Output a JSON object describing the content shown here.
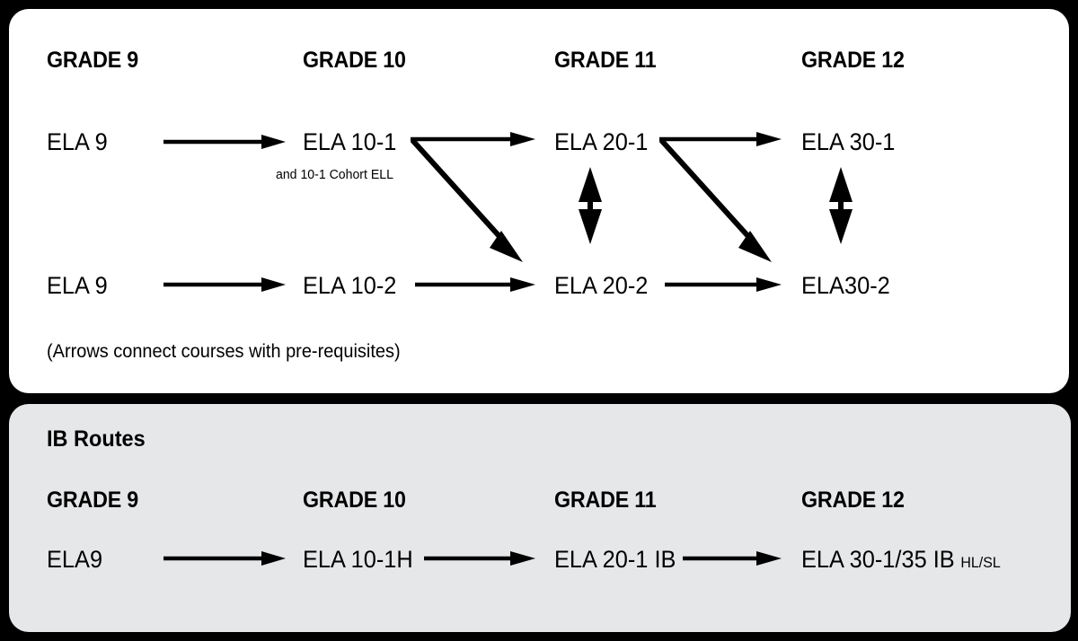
{
  "diagram": {
    "title_regular_panel": "",
    "background_color": "#000000",
    "panel_regular_color": "#ffffff",
    "panel_ib_color": "#e6e7e9",
    "arrow_color": "#000000"
  },
  "regular": {
    "grade_headers": [
      {
        "label": "GRADE 9"
      },
      {
        "label": "GRADE 10"
      },
      {
        "label": "GRADE 11"
      },
      {
        "label": "GRADE 12"
      }
    ],
    "row_dash_one": [
      {
        "label": "ELA 9",
        "sub": ""
      },
      {
        "label": "ELA 10-1",
        "sub": "and 10-1 Cohort ELL"
      },
      {
        "label": "ELA 20-1",
        "sub": ""
      },
      {
        "label": "ELA 30-1",
        "sub": ""
      }
    ],
    "row_dash_two": [
      {
        "label": "ELA 9",
        "sub": ""
      },
      {
        "label": "ELA 10-2",
        "sub": ""
      },
      {
        "label": "ELA 20-2",
        "sub": ""
      },
      {
        "label": "ELA30-2",
        "sub": ""
      }
    ],
    "note": "(Arrows connect courses with pre-requisites)"
  },
  "ib": {
    "section_title": "IB Routes",
    "grade_headers": [
      {
        "label": "GRADE 9"
      },
      {
        "label": "GRADE 10"
      },
      {
        "label": "GRADE 11"
      },
      {
        "label": "GRADE 12"
      }
    ],
    "row": [
      {
        "label": "ELA9",
        "suffix": ""
      },
      {
        "label": "ELA 10-1H",
        "suffix": ""
      },
      {
        "label": "ELA 20-1 IB",
        "suffix": ""
      },
      {
        "label": "ELA 30-1/35 IB",
        "suffix": "HL/SL"
      }
    ]
  },
  "connections": {
    "horizontal_dash_one": [
      {
        "from": "ELA 9",
        "to": "ELA 10-1"
      },
      {
        "from": "ELA 10-1",
        "to": "ELA 20-1"
      },
      {
        "from": "ELA 20-1",
        "to": "ELA 30-1"
      }
    ],
    "horizontal_dash_two": [
      {
        "from": "ELA 9",
        "to": "ELA 10-2"
      },
      {
        "from": "ELA 10-2",
        "to": "ELA 20-2"
      },
      {
        "from": "ELA 20-2",
        "to": "ELA30-2"
      }
    ],
    "diagonal": [
      {
        "from": "ELA 10-1",
        "to": "ELA 20-2"
      },
      {
        "from": "ELA 20-1",
        "to": "ELA30-2"
      }
    ],
    "bidirectional": [
      {
        "between": "ELA 20-1",
        "and": "ELA 20-2"
      },
      {
        "between": "ELA 30-1",
        "and": "ELA30-2"
      }
    ],
    "horizontal_ib": [
      {
        "from": "ELA9",
        "to": "ELA 10-1H"
      },
      {
        "from": "ELA 10-1H",
        "to": "ELA 20-1 IB"
      },
      {
        "from": "ELA 20-1 IB",
        "to": "ELA 30-1/35 IB"
      }
    ]
  }
}
